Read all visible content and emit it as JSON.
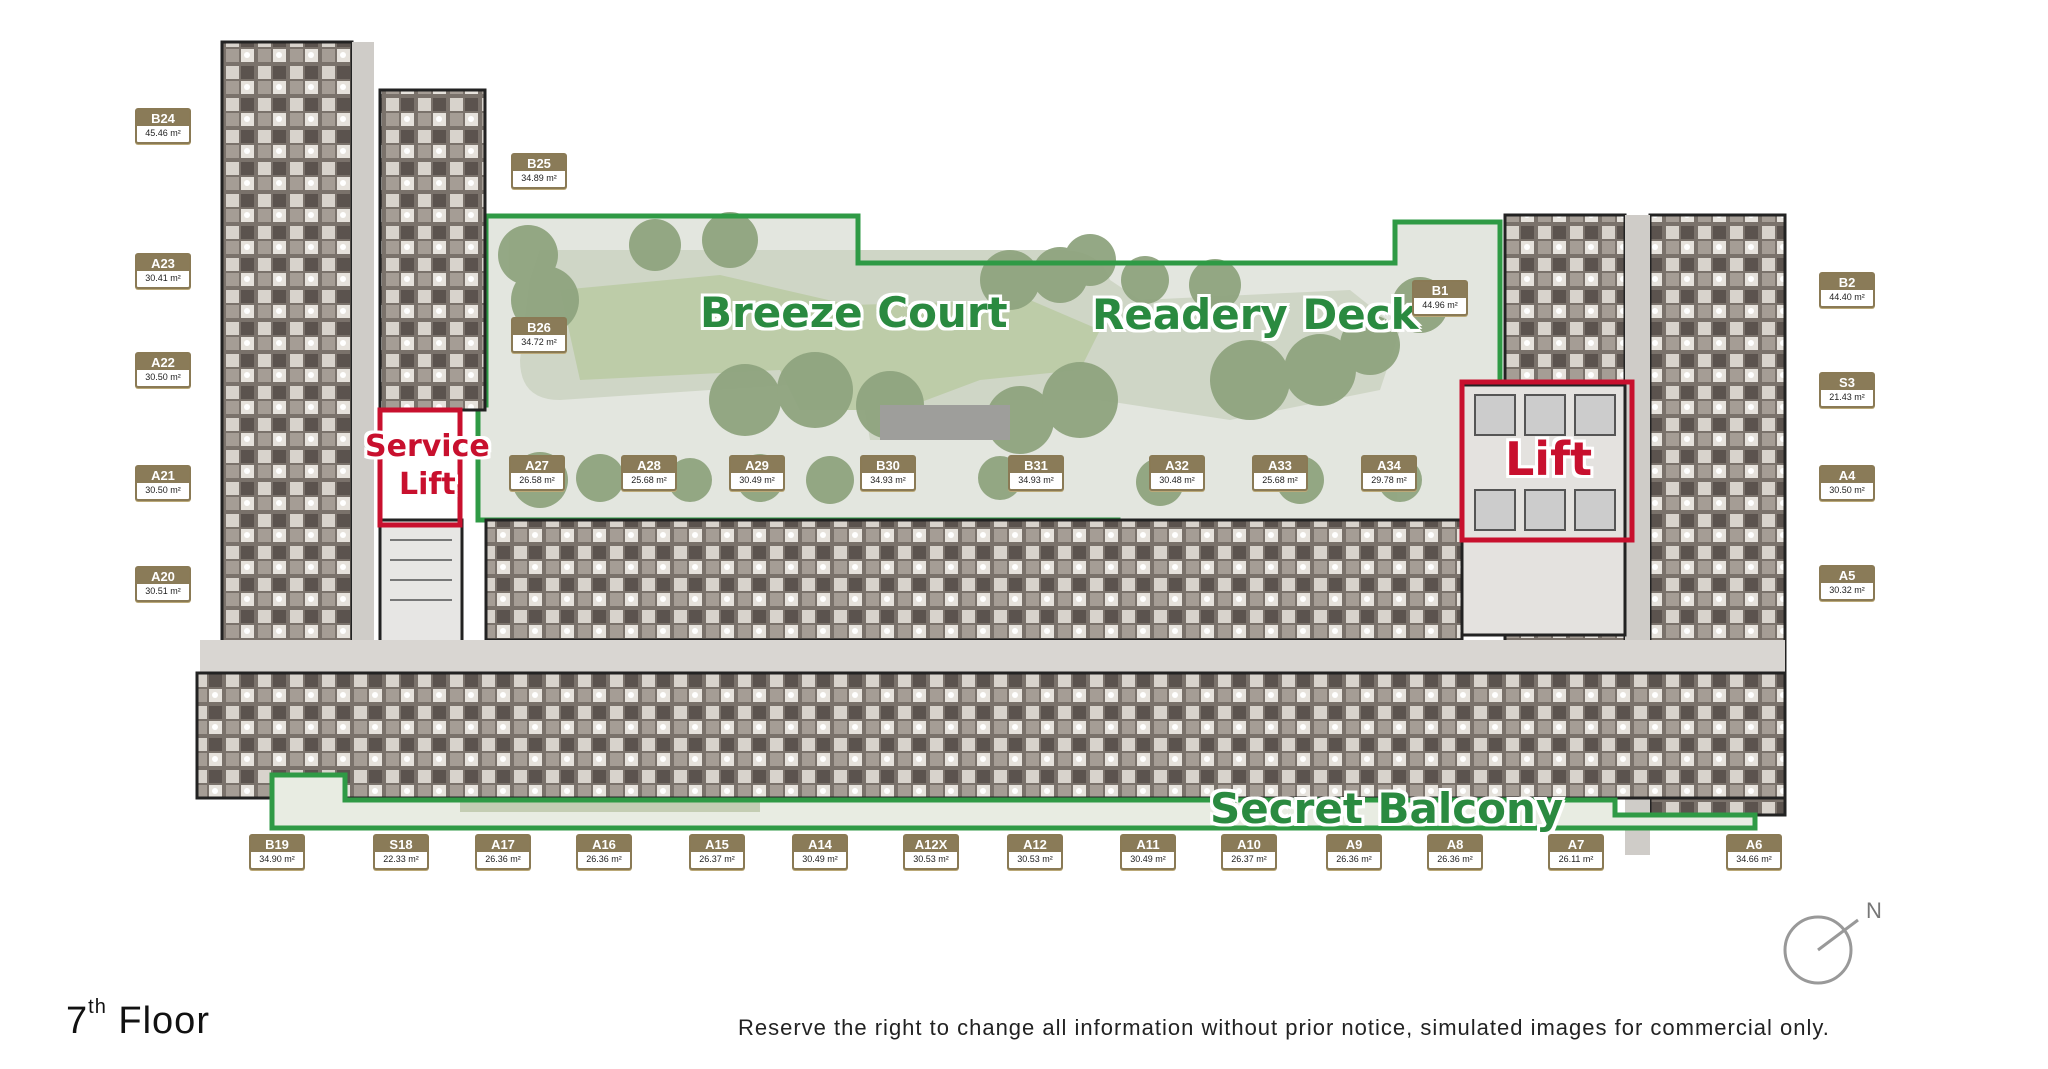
{
  "zones": {
    "breeze_court": "Breeze Court",
    "readery_deck": "Readery Deck",
    "secret_balcony": "Secret Balcony",
    "service_lift_1": "Service",
    "service_lift_2": "Lift",
    "lift": "Lift"
  },
  "units": {
    "B24": {
      "label": "B24",
      "area": "45.46 m²"
    },
    "B25": {
      "label": "B25",
      "area": "34.89 m²"
    },
    "A23": {
      "label": "A23",
      "area": "30.41 m²"
    },
    "B26": {
      "label": "B26",
      "area": "34.72 m²"
    },
    "A22": {
      "label": "A22",
      "area": "30.50 m²"
    },
    "A21": {
      "label": "A21",
      "area": "30.50 m²"
    },
    "A20": {
      "label": "A20",
      "area": "30.51 m²"
    },
    "B1": {
      "label": "B1",
      "area": "44.96 m²"
    },
    "B2": {
      "label": "B2",
      "area": "44.40 m²"
    },
    "S3": {
      "label": "S3",
      "area": "21.43 m²"
    },
    "A4": {
      "label": "A4",
      "area": "30.50 m²"
    },
    "A5": {
      "label": "A5",
      "area": "30.32 m²"
    },
    "A27": {
      "label": "A27",
      "area": "26.58 m²"
    },
    "A28": {
      "label": "A28",
      "area": "25.68 m²"
    },
    "A29": {
      "label": "A29",
      "area": "30.49 m²"
    },
    "B30": {
      "label": "B30",
      "area": "34.93 m²"
    },
    "B31": {
      "label": "B31",
      "area": "34.93 m²"
    },
    "A32": {
      "label": "A32",
      "area": "30.48 m²"
    },
    "A33": {
      "label": "A33",
      "area": "25.68 m²"
    },
    "A34": {
      "label": "A34",
      "area": "29.78 m²"
    },
    "B19": {
      "label": "B19",
      "area": "34.90 m²"
    },
    "S18": {
      "label": "S18",
      "area": "22.33 m²"
    },
    "A17": {
      "label": "A17",
      "area": "26.36 m²"
    },
    "A16": {
      "label": "A16",
      "area": "26.36 m²"
    },
    "A15": {
      "label": "A15",
      "area": "26.37 m²"
    },
    "A14": {
      "label": "A14",
      "area": "30.49 m²"
    },
    "A12X": {
      "label": "A12X",
      "area": "30.53 m²"
    },
    "A12": {
      "label": "A12",
      "area": "30.53 m²"
    },
    "A11": {
      "label": "A11",
      "area": "30.49 m²"
    },
    "A10": {
      "label": "A10",
      "area": "26.37 m²"
    },
    "A9": {
      "label": "A9",
      "area": "26.36 m²"
    },
    "A8": {
      "label": "A8",
      "area": "26.36 m²"
    },
    "A7": {
      "label": "A7",
      "area": "26.11 m²"
    },
    "A6": {
      "label": "A6",
      "area": "34.66 m²"
    }
  },
  "compass": {
    "label": "N"
  },
  "footer": {
    "floor_number": "7",
    "floor_suffix": "th",
    "floor_word": "Floor",
    "disclaimer": "Reserve the right to change all information without prior notice, simulated images for commercial only."
  },
  "colors": {
    "green_outline": "#2f9a45",
    "lift_red": "#c8102e",
    "tag_brown": "#8a7b58",
    "room_dark": "#5e5651",
    "room_mid": "#8e857e",
    "room_light": "#cfcac3",
    "corridor": "#d9d6d2"
  }
}
